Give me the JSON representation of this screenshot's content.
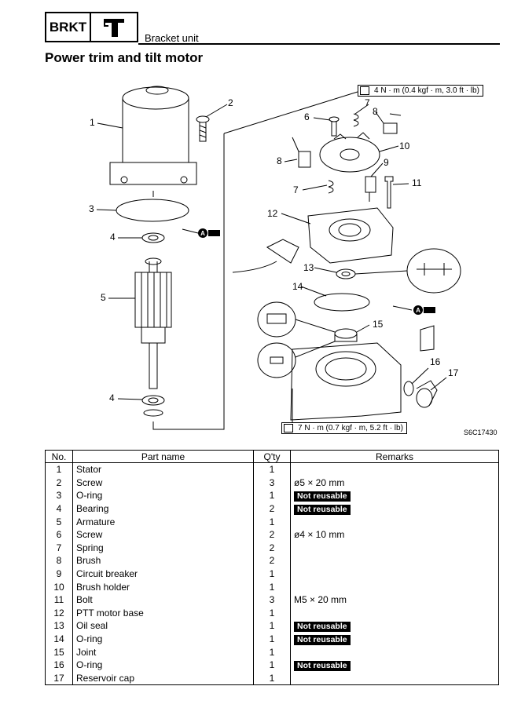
{
  "header": {
    "section_code": "BRKT",
    "section_icon": "bracket-unit-icon",
    "section_name": "Bracket unit"
  },
  "page_title": "Power trim and tilt motor",
  "diagram": {
    "callouts": [
      "1",
      "2",
      "3",
      "4",
      "5",
      "4",
      "6",
      "7",
      "8",
      "10",
      "8",
      "7",
      "9",
      "11",
      "12",
      "13",
      "14",
      "15",
      "16",
      "17"
    ],
    "torque_top": "4 N · m (0.4 kgf · m, 3.0 ft · lb)",
    "torque_bottom": "7 N · m (0.7 kgf · m, 5.2 ft · lb)",
    "grease_label": "A",
    "figure_code": "S6C17430"
  },
  "table": {
    "headers": [
      "No.",
      "Part name",
      "Q'ty",
      "Remarks"
    ],
    "rows": [
      {
        "no": "1",
        "name": "Stator",
        "qty": "1",
        "remarks": "",
        "badge": ""
      },
      {
        "no": "2",
        "name": "Screw",
        "qty": "3",
        "remarks": "ø5 × 20 mm",
        "badge": ""
      },
      {
        "no": "3",
        "name": "O-ring",
        "qty": "1",
        "remarks": "",
        "badge": "Not reusable"
      },
      {
        "no": "4",
        "name": "Bearing",
        "qty": "2",
        "remarks": "",
        "badge": "Not reusable"
      },
      {
        "no": "5",
        "name": "Armature",
        "qty": "1",
        "remarks": "",
        "badge": ""
      },
      {
        "no": "6",
        "name": "Screw",
        "qty": "2",
        "remarks": "ø4 × 10 mm",
        "badge": ""
      },
      {
        "no": "7",
        "name": "Spring",
        "qty": "2",
        "remarks": "",
        "badge": ""
      },
      {
        "no": "8",
        "name": "Brush",
        "qty": "2",
        "remarks": "",
        "badge": ""
      },
      {
        "no": "9",
        "name": "Circuit breaker",
        "qty": "1",
        "remarks": "",
        "badge": ""
      },
      {
        "no": "10",
        "name": "Brush holder",
        "qty": "1",
        "remarks": "",
        "badge": ""
      },
      {
        "no": "11",
        "name": "Bolt",
        "qty": "3",
        "remarks": "M5 × 20 mm",
        "badge": ""
      },
      {
        "no": "12",
        "name": "PTT motor base",
        "qty": "1",
        "remarks": "",
        "badge": ""
      },
      {
        "no": "13",
        "name": "Oil seal",
        "qty": "1",
        "remarks": "",
        "badge": "Not reusable"
      },
      {
        "no": "14",
        "name": "O-ring",
        "qty": "1",
        "remarks": "",
        "badge": "Not reusable"
      },
      {
        "no": "15",
        "name": "Joint",
        "qty": "1",
        "remarks": "",
        "badge": ""
      },
      {
        "no": "16",
        "name": "O-ring",
        "qty": "1",
        "remarks": "",
        "badge": "Not reusable"
      },
      {
        "no": "17",
        "name": "Reservoir cap",
        "qty": "1",
        "remarks": "",
        "badge": ""
      }
    ]
  }
}
